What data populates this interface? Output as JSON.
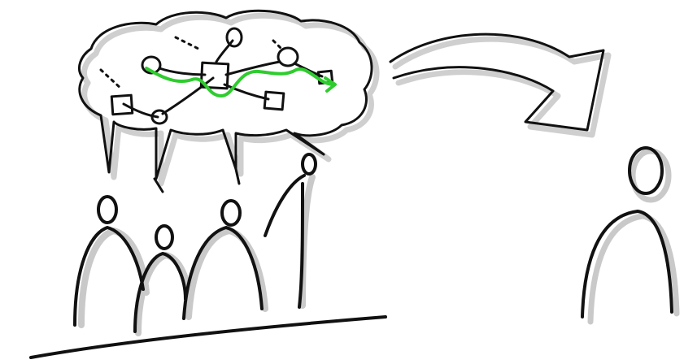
{
  "illustration": {
    "colors": {
      "background": "#ffffff",
      "ink": "#111111",
      "shadow": "#c9c9c9",
      "highlight_path": "#2ecc2e"
    },
    "group_person_count": 4,
    "single_person_count": 1,
    "network_node_shapes": [
      "circle",
      "circle",
      "square",
      "circle",
      "square",
      "square",
      "circle"
    ],
    "highlighted_route": true,
    "arrow_direction": "right-down"
  }
}
